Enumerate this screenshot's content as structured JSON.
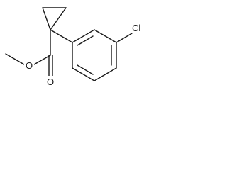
{
  "molecule": {
    "atoms": {
      "chlorine": "Cl",
      "carbonyl_oxygen": "O",
      "ester_oxygen": "O"
    },
    "colors": {
      "bond": "#1a1a1a",
      "background": "#ffffff"
    }
  }
}
